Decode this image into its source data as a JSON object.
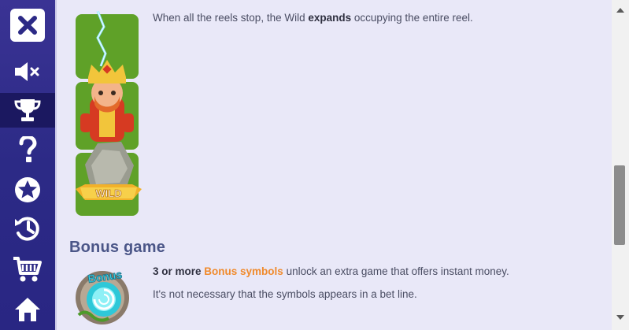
{
  "sidebar": {
    "items": [
      {
        "name": "close",
        "icon": "close-icon"
      },
      {
        "name": "sound",
        "icon": "speaker-muted-icon"
      },
      {
        "name": "trophy",
        "icon": "trophy-icon",
        "active": true
      },
      {
        "name": "help",
        "icon": "question-icon"
      },
      {
        "name": "favorites",
        "icon": "star-icon"
      },
      {
        "name": "history",
        "icon": "history-icon"
      },
      {
        "name": "cart",
        "icon": "cart-icon"
      },
      {
        "name": "home",
        "icon": "home-icon"
      }
    ],
    "colors": {
      "background": "#2c2a86",
      "active": "#1b1860"
    }
  },
  "wild": {
    "desc_prefix": "When all the reels stop, the Wild ",
    "desc_bold": "expands",
    "desc_suffix": " occupying the entire reel.",
    "badge_label": "WILD"
  },
  "bonus": {
    "heading": "Bonus game",
    "line1_prefix": "3 or more ",
    "line1_highlight": "Bonus symbols",
    "line1_suffix": " unlock an extra game that offers instant money.",
    "line2": "It's not necessary that the symbols appears in a bet line.",
    "badge_label": "Bonus"
  },
  "colors": {
    "accent": "#f08a2c",
    "heading": "#4b5688",
    "content_bg": "#e9e8f8"
  }
}
